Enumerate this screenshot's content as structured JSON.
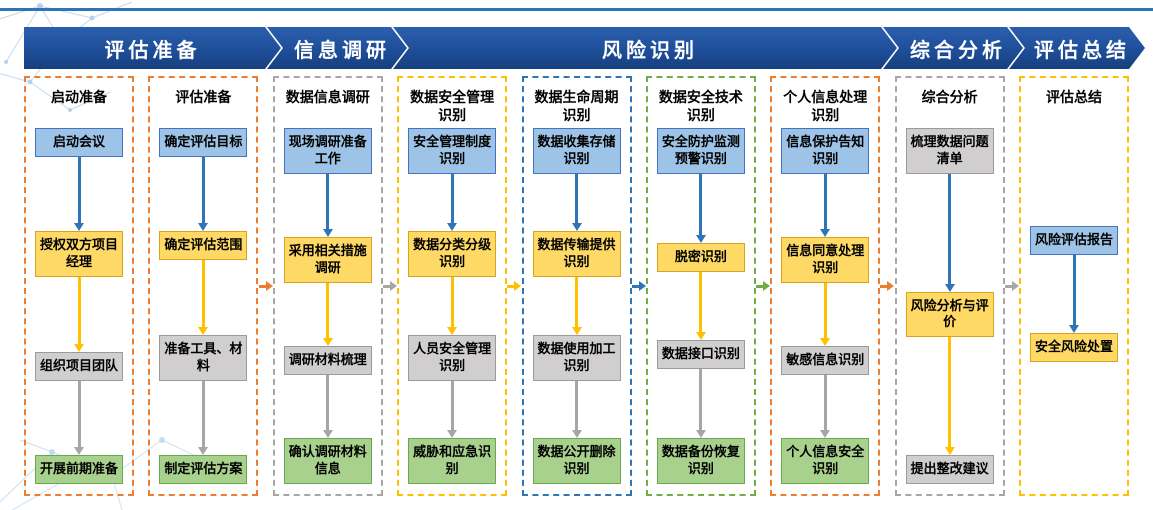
{
  "palette": {
    "banner_blue": "#1F4E99",
    "step_blue_fill": "#9DC3E6",
    "step_yellow_fill": "#FFD966",
    "step_gray_fill": "#D0CECE",
    "step_green_fill": "#A9D18E",
    "arrow_blue": "#2E75B6",
    "arrow_yellow": "#FFC000",
    "arrow_gray": "#A6A6A6",
    "outline_orange": "#ED7D31",
    "outline_gray": "#A6A6A6",
    "outline_yellow": "#FFC000",
    "outline_blue": "#2E75B6",
    "outline_green": "#70AD47"
  },
  "header": {
    "banners": [
      {
        "label": "评估准备"
      },
      {
        "label": "信息调研"
      },
      {
        "label": "风险识别"
      },
      {
        "label": "综合分析"
      },
      {
        "label": "评估总结"
      }
    ]
  },
  "columns": [
    {
      "title": "启动准备",
      "accent": "#ED7D31",
      "steps": [
        {
          "label": "启动会议",
          "color": "blue"
        },
        {
          "label": "授权双方项目经理",
          "color": "yellow"
        },
        {
          "label": "组织项目团队",
          "color": "gray"
        },
        {
          "label": "开展前期准备",
          "color": "green"
        }
      ],
      "arrows": [
        "blue",
        "yellow",
        "gray"
      ]
    },
    {
      "title": "评估准备",
      "accent": "#ED7D31",
      "steps": [
        {
          "label": "确定评估目标",
          "color": "blue"
        },
        {
          "label": "确定评估范围",
          "color": "yellow"
        },
        {
          "label": "准备工具、材料",
          "color": "gray"
        },
        {
          "label": "制定评估方案",
          "color": "green"
        }
      ],
      "arrows": [
        "blue",
        "yellow",
        "gray"
      ]
    },
    {
      "title": "数据信息调研",
      "accent": "#A6A6A6",
      "steps": [
        {
          "label": "现场调研准备工作",
          "color": "blue"
        },
        {
          "label": "采用相关措施调研",
          "color": "yellow"
        },
        {
          "label": "调研材料梳理",
          "color": "gray"
        },
        {
          "label": "确认调研材料信息",
          "color": "green"
        }
      ],
      "arrows": [
        "blue",
        "yellow",
        "gray"
      ]
    },
    {
      "title": "数据安全管理识别",
      "accent": "#FFC000",
      "steps": [
        {
          "label": "安全管理制度识别",
          "color": "blue"
        },
        {
          "label": "数据分类分级识别",
          "color": "yellow"
        },
        {
          "label": "人员安全管理识别",
          "color": "gray"
        },
        {
          "label": "威胁和应急识别",
          "color": "green"
        }
      ],
      "arrows": [
        "blue",
        "yellow",
        "gray"
      ]
    },
    {
      "title": "数据生命周期识别",
      "accent": "#2E75B6",
      "steps": [
        {
          "label": "数据收集存储识别",
          "color": "blue"
        },
        {
          "label": "数据传输提供识别",
          "color": "yellow"
        },
        {
          "label": "数据使用加工识别",
          "color": "gray"
        },
        {
          "label": "数据公开删除识别",
          "color": "green"
        }
      ],
      "arrows": [
        "blue",
        "yellow",
        "gray"
      ]
    },
    {
      "title": "数据安全技术识别",
      "accent": "#70AD47",
      "steps": [
        {
          "label": "安全防护监测预警识别",
          "color": "blue"
        },
        {
          "label": "脱密识别",
          "color": "yellow"
        },
        {
          "label": "数据接口识别",
          "color": "gray"
        },
        {
          "label": "数据备份恢复识别",
          "color": "green"
        }
      ],
      "arrows": [
        "blue",
        "yellow",
        "gray"
      ]
    },
    {
      "title": "个人信息处理识别",
      "accent": "#ED7D31",
      "steps": [
        {
          "label": "信息保护告知识别",
          "color": "blue"
        },
        {
          "label": "信息同意处理识别",
          "color": "yellow"
        },
        {
          "label": "敏感信息识别",
          "color": "gray"
        },
        {
          "label": "个人信息安全识别",
          "color": "green"
        }
      ],
      "arrows": [
        "blue",
        "yellow",
        "gray"
      ]
    },
    {
      "title": "综合分析",
      "accent": "#A6A6A6",
      "steps": [
        {
          "label": "梳理数据问题清单",
          "color": "gray"
        },
        {
          "label": "风险分析与评价",
          "color": "yellow"
        },
        {
          "label": "提出整改建议",
          "color": "gray"
        }
      ],
      "arrows": [
        "blue",
        "yellow"
      ]
    },
    {
      "title": "评估总结",
      "accent": "#FFC000",
      "steps": [
        {
          "label": "风险评估报告",
          "color": "blue"
        },
        {
          "label": "安全风险处置",
          "color": "yellow"
        }
      ],
      "arrows": [
        "blue"
      ]
    }
  ],
  "inter_column_arrows": [
    {
      "between": "评估准备 → 数据信息调研",
      "color": "#ED7D31"
    },
    {
      "between": "数据信息调研 → 数据安全管理识别",
      "color": "#A6A6A6"
    },
    {
      "between": "数据安全管理识别 → 数据生命周期识别",
      "color": "#FFC000"
    },
    {
      "between": "数据生命周期识别 → 数据安全技术识别",
      "color": "#2E75B6"
    },
    {
      "between": "数据安全技术识别 → 个人信息处理识别",
      "color": "#70AD47"
    },
    {
      "between": "个人信息处理识别 → 综合分析",
      "color": "#ED7D31"
    },
    {
      "between": "综合分析 → 评估总结",
      "color": "#A6A6A6"
    }
  ]
}
